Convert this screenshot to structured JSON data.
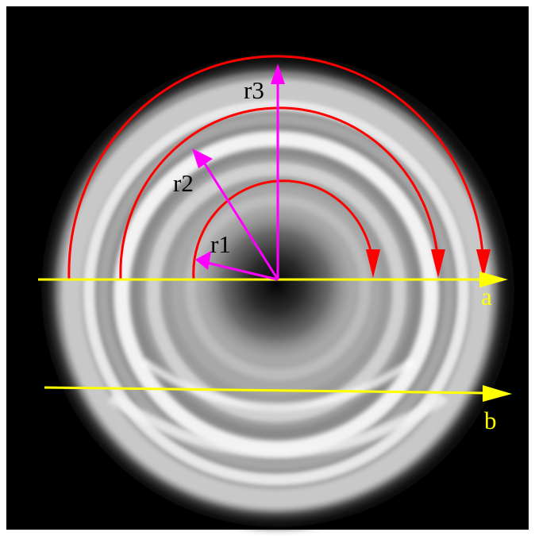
{
  "image": {
    "description_free": true,
    "background_color": "#000000",
    "frame_color": "#ffffff"
  },
  "colors": {
    "radius_arrows": "#ff00ff",
    "arc_arrows": "#ff0000",
    "scan_lines": "#ffff00"
  },
  "labels": {
    "r1": "r1",
    "r2": "r2",
    "r3": "r3",
    "a": "a",
    "b": "b"
  }
}
